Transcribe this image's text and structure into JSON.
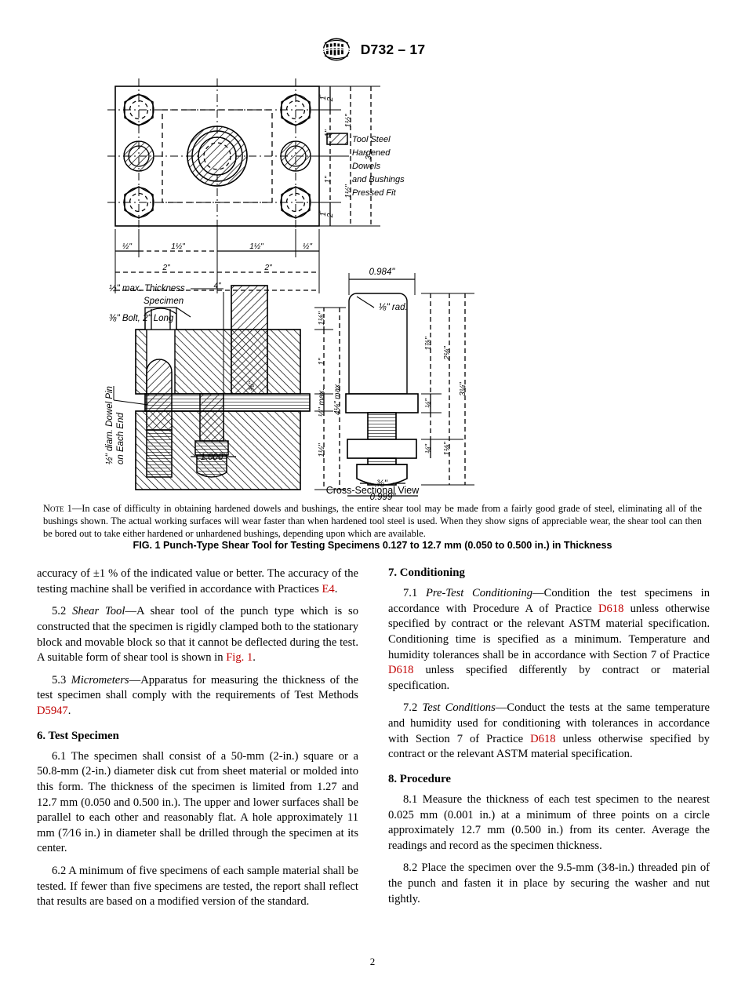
{
  "header": {
    "logo_icon": "astm-logo-icon",
    "doc_id": "D732 – 17"
  },
  "figure": {
    "top_view": {
      "legend": [
        "Tool Steel",
        "Hardened",
        "Dowels",
        "and Bushings",
        "Pressed Fit"
      ],
      "vertical_dims_inner": [
        "1/2\"",
        "1\"",
        "1\"",
        "1/2\""
      ],
      "vertical_dims_mid": [
        "1 1/2\"",
        "1 1/2\""
      ],
      "vertical_dim_overall": "3\"",
      "horizontal_dims_inner": [
        "1/2\"",
        "1 1/2\"",
        "1 1/2\"",
        "1/2\""
      ],
      "horizontal_dims_mid": [
        "2\"",
        "2\""
      ],
      "horizontal_dim_overall": "4\""
    },
    "cross_section": {
      "label_specimen": "max. Thickness",
      "label_specimen_2": "Specimen",
      "label_specimen_frac": "1/2\"",
      "label_bolt_frac": "3/8\"",
      "label_bolt": "Bolt, 2\" Long",
      "label_dowel": "diam. Dowel Pin",
      "label_dowel_2": "on Each End",
      "label_dowel_frac": "1/2\"",
      "dim_bore": "1.000\"",
      "dim_punch_width": "0.984\"",
      "dim_punch_base": "0.999\"",
      "dim_rad": "1/8\" rad.",
      "dim_thread": "3/8\"",
      "dim_118": "1 1/8\"",
      "dim_1in": "1\"",
      "dim_half_max": "1/2\" max.",
      "dim_418_max": "4 1/8\" max.",
      "dim_112": "1 1/2\"",
      "dim_178": "1 7/8\"",
      "dim_218": "2 1/8\"",
      "dim_314": "3 1/4\"",
      "dim_quarter_a": "1/4\"",
      "dim_quarter_b": "1/4\"",
      "dim_118_b": "1 1/8\"",
      "dim_38_small": "3/8\"",
      "view_title": "Cross-Sectional View"
    },
    "note_label": "Note 1—",
    "note_text": "In case of difficulty in obtaining hardened dowels and bushings, the entire shear tool may be made from a fairly good grade of steel, eliminating all of the bushings shown. The actual working surfaces will wear faster than when hardened tool steel is used. When they show signs of appreciable wear, the shear tool can then be bored out to take either hardened or unhardened bushings, depending upon which are available.",
    "caption": "FIG. 1  Punch-Type Shear Tool for Testing Specimens 0.127 to 12.7 mm (0.050 to 0.500 in.) in Thickness"
  },
  "left_column": {
    "p_51_cont_a": "accuracy of  ±1 % of the indicated value or better. The accuracy of the testing machine shall be verified in accordance with Practices ",
    "p_51_link": "E4",
    "p_51_cont_b": ".",
    "p_52_num": "5.2 ",
    "p_52_title": "Shear Tool",
    "p_52_a": "—A shear tool of the punch type which is so constructed that the specimen is rigidly clamped both to the stationary block and movable block so that it cannot be deflected during the test. A suitable form of shear tool is shown in ",
    "p_52_link": "Fig. 1",
    "p_52_b": ".",
    "p_53_num": "5.3 ",
    "p_53_title": "Micrometers",
    "p_53_a": "—Apparatus for measuring the thickness of the test specimen shall comply with the requirements of Test Methods ",
    "p_53_link": "D5947",
    "p_53_b": ".",
    "h_6": "6.  Test Specimen",
    "p_61": "6.1  The specimen shall consist of a 50-mm (2-in.) square or a 50.8-mm (2-in.) diameter disk cut from sheet material or molded into this form. The thickness of the specimen is limited from 1.27 and 12.7 mm (0.050 and 0.500 in.). The upper and lower surfaces shall be parallel to each other and reasonably flat. A hole approximately 11 mm (7⁄16 in.) in diameter shall be drilled through the specimen at its center.",
    "p_62": "6.2  A minimum of five specimens of each sample material shall be tested. If fewer than five specimens are tested, the report shall reflect that results are based on a modified version of the standard."
  },
  "right_column": {
    "h_7": "7.  Conditioning",
    "p_71_num": "7.1 ",
    "p_71_title": "Pre-Test Conditioning",
    "p_71_a": "—Condition the test specimens in accordance with Procedure A of Practice ",
    "p_71_link1": "D618",
    "p_71_b": " unless otherwise specified by contract or the relevant ASTM material specification. Conditioning time is specified as a minimum. Temperature and humidity tolerances shall be in accordance with Section 7 of Practice ",
    "p_71_link2": "D618",
    "p_71_c": " unless specified differently by contract or material specification.",
    "p_72_num": "7.2 ",
    "p_72_title": "Test Conditions",
    "p_72_a": "—Conduct the tests at the same temperature and humidity used for conditioning with tolerances in accordance with Section 7 of Practice ",
    "p_72_link": "D618",
    "p_72_b": " unless otherwise specified by contract or the relevant ASTM material specification.",
    "h_8": "8.  Procedure",
    "p_81": "8.1  Measure the thickness of each test specimen to the nearest 0.025 mm (0.001 in.) at a minimum of three points on a circle approximately 12.7 mm (0.500 in.) from its center. Average the readings and record as the specimen thickness.",
    "p_82": "8.2  Place the specimen over the 9.5-mm (3⁄8-in.) threaded pin of the punch and fasten it in place by securing the washer and nut tightly."
  },
  "footer": {
    "page_number": "2"
  }
}
